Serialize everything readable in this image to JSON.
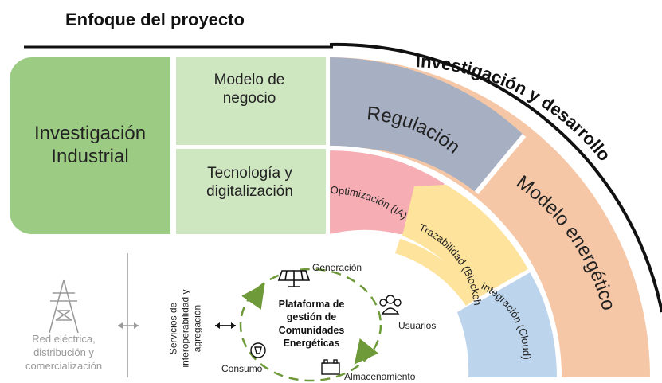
{
  "header": {
    "title": "Enfoque del proyecto",
    "rd_title": "Investigación y desarrollo"
  },
  "left_blocks": {
    "industrial": "Investigación Industrial",
    "business_model": "Modelo de negocio",
    "tech": "Tecnología y digitalización"
  },
  "arcs": {
    "regulation": "Regulación",
    "energy_model": "Modelo energético",
    "optimization": "Optimización (IA)",
    "traceability": "Trazabilidad (Blockchain)",
    "integration": "Integración (Cloud)"
  },
  "bottom": {
    "grid_label": "Red eléctrica, distribución y comercialización",
    "services": "Servicios de interoperabilidad y agregación",
    "platform": "Plataforma de gestión de Comunidades Energéticas",
    "generation": "Generación",
    "users": "Usuarios",
    "storage": "Almacenamiento",
    "consumption": "Consumo"
  },
  "colors": {
    "green_dark": "#9ccc83",
    "green_light": "#cfe7c1",
    "regulation": "#a7b0c3",
    "energy_model": "#f5c7a6",
    "optimization": "#f6aeb4",
    "traceability": "#fde39b",
    "integration": "#bcd4ec",
    "cycle_arrow": "#6f9a3a"
  }
}
